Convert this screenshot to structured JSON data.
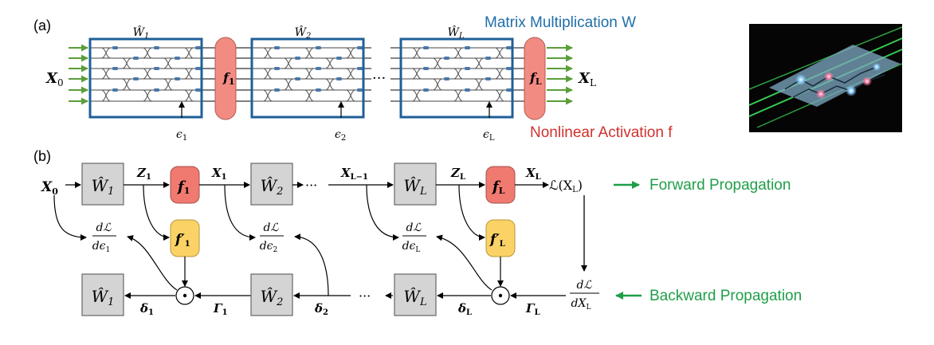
{
  "panel_a": {
    "label": "(a)",
    "input_label": "X",
    "input_sub": "0",
    "output_label": "X",
    "output_sub": "L",
    "ellipsis": "···",
    "blocks": [
      {
        "title": "Ŵ",
        "title_sub": "1",
        "phase": "ϵ",
        "phase_sub": "1"
      },
      {
        "title": "Ŵ",
        "title_sub": "2",
        "phase": "ϵ",
        "phase_sub": "2"
      },
      {
        "title": "Ŵ",
        "title_sub": "L",
        "phase": "ϵ",
        "phase_sub": "L"
      }
    ],
    "activations": [
      {
        "label": "f",
        "sub": "1"
      },
      {
        "label": "f",
        "sub": "L"
      }
    ],
    "matrix_note": "Matrix Multiplication W",
    "nonlinear_note": "Nonlinear Activation f",
    "colors": {
      "box_border": "#1f5f99",
      "activation_fill": "#f28b82",
      "arrow_green": "#5a9e3a",
      "matrix_note": "#1f6fa8",
      "nonlinear_note": "#d0312d"
    }
  },
  "panel_b": {
    "label": "(b)",
    "x0": "X",
    "x0_sub": "0",
    "z1": "Z",
    "z1_sub": "1",
    "x1": "X",
    "x1_sub": "1",
    "ellipsis_top": "···",
    "xlm1": "X",
    "xlm1_sub": "L−1",
    "zl": "Z",
    "zl_sub": "L",
    "xl": "X",
    "xl_sub": "L",
    "loss": "ℒ(X",
    "loss_sub": "L",
    "loss_close": ")",
    "w_top": [
      {
        "t": "Ŵ",
        "s": "1"
      },
      {
        "t": "Ŵ",
        "s": "2"
      },
      {
        "t": "Ŵ",
        "s": "L"
      }
    ],
    "w_bottom": [
      {
        "t": "Ŵ",
        "s": "1"
      },
      {
        "t": "Ŵ",
        "s": "2"
      },
      {
        "t": "Ŵ",
        "s": "L"
      }
    ],
    "f_top": [
      {
        "t": "f",
        "s": "1"
      },
      {
        "t": "f",
        "s": "L"
      }
    ],
    "f_prime": [
      {
        "t": "f′",
        "s": "1"
      },
      {
        "t": "f′",
        "s": "L"
      }
    ],
    "grads": [
      {
        "num": "dℒ",
        "den": "dϵ",
        "den_sub": "1"
      },
      {
        "num": "dℒ",
        "den": "dϵ",
        "den_sub": "2"
      },
      {
        "num": "dℒ",
        "den": "dϵ",
        "den_sub": "L"
      }
    ],
    "dldx": {
      "num": "dℒ",
      "den": "dX",
      "den_sub": "L"
    },
    "delta1": "δ",
    "delta1_sub": "1",
    "gamma1": "Γ",
    "gamma1_sub": "1",
    "delta2": "δ",
    "delta2_sub": "2",
    "ellipsis_bottom": "···",
    "deltaL": "δ",
    "deltaL_sub": "L",
    "gammaL": "Γ",
    "gammaL_sub": "L",
    "odot": "⊙",
    "forward_label": "Forward Propagation",
    "backward_label": "Backward Propagation",
    "colors": {
      "w_fill": "#d4d4d4",
      "f_fill": "#f07a70",
      "fprime_fill": "#fbd266",
      "arrow_green": "#1f9e48"
    }
  },
  "chip_image": {
    "icon": "photonic-chip-image"
  }
}
